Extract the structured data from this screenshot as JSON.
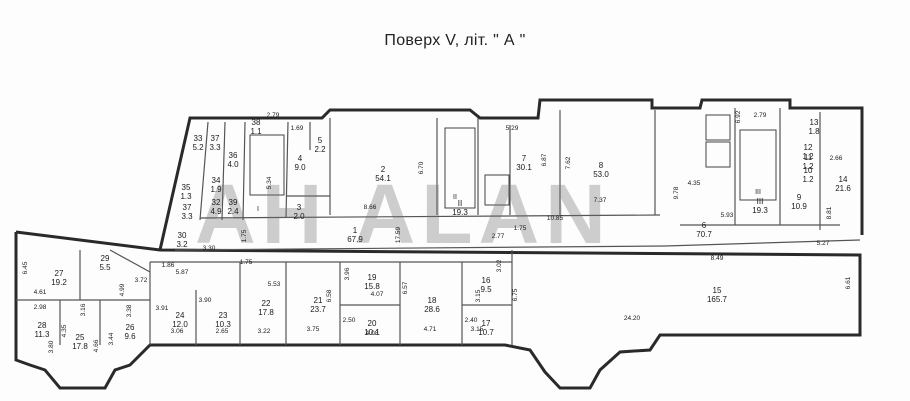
{
  "title": "Поверх V, літ. \" А \"",
  "watermark": "AH  ALAN",
  "colors": {
    "wall": "#2a2a2a",
    "thin": "#555555",
    "watermark": "#8a8a8a"
  },
  "rooms": [
    {
      "no": "33",
      "area": "5.2"
    },
    {
      "no": "37",
      "area": "3.3"
    },
    {
      "no": "36",
      "area": "4.0"
    },
    {
      "no": "38",
      "area": "1.1"
    },
    {
      "no": "34",
      "area": "1.9"
    },
    {
      "no": "35",
      "area": "1.3"
    },
    {
      "no": "37",
      "area": "3.3"
    },
    {
      "no": "32",
      "area": "4.9"
    },
    {
      "no": "39",
      "area": "2.4"
    },
    {
      "no": "4",
      "area": "9.0"
    },
    {
      "no": "5",
      "area": "2.2"
    },
    {
      "no": "3",
      "area": "2.0"
    },
    {
      "no": "2",
      "area": "54.1"
    },
    {
      "no": "II",
      "area": "19.3"
    },
    {
      "no": "7",
      "area": "30.1"
    },
    {
      "no": "8",
      "area": "53.0"
    },
    {
      "no": "1",
      "area": "67.9"
    },
    {
      "no": "6",
      "area": "70.7"
    },
    {
      "no": "13",
      "area": "1.8"
    },
    {
      "no": "12",
      "area": "1.2"
    },
    {
      "no": "11",
      "area": "1.2"
    },
    {
      "no": "10",
      "area": "1.2"
    },
    {
      "no": "14",
      "area": "21.6"
    },
    {
      "no": "III",
      "area": "19.3"
    },
    {
      "no": "9",
      "area": "10.9"
    },
    {
      "no": "30",
      "area": "3.2"
    },
    {
      "no": "27",
      "area": "19.2"
    },
    {
      "no": "29",
      "area": "5.5"
    },
    {
      "no": "28",
      "area": "11.3"
    },
    {
      "no": "25",
      "area": "17.8"
    },
    {
      "no": "26",
      "area": "9.6"
    },
    {
      "no": "24",
      "area": "12.0"
    },
    {
      "no": "23",
      "area": "10.3"
    },
    {
      "no": "22",
      "area": "17.8"
    },
    {
      "no": "21",
      "area": "23.7"
    },
    {
      "no": "19",
      "area": "15.8"
    },
    {
      "no": "20",
      "area": "10.1"
    },
    {
      "no": "18",
      "area": "28.6"
    },
    {
      "no": "16",
      "area": "9.5"
    },
    {
      "no": "17",
      "area": "10.7"
    },
    {
      "no": "15",
      "area": "165.7"
    }
  ],
  "dimensions": [
    "2.79",
    "1.69",
    "5.34",
    "6.70",
    "8.66",
    "5.29",
    "6.87",
    "7.62",
    "7.37",
    "6.92",
    "2.79",
    "2.66",
    "4.35",
    "9.78",
    "5.93",
    "10.85",
    "17.59",
    "1.75",
    "2.77",
    "1.75",
    "8.81",
    "5.27",
    "8.49",
    "3.30",
    "5.87",
    "4.61",
    "4.99",
    "3.72",
    "3.16",
    "3.38",
    "3.91",
    "3.90",
    "5.53",
    "6.58",
    "3.96",
    "6.57",
    "3.02",
    "4.07",
    "3.15",
    "6.75",
    "2.50",
    "2.40",
    "3.06",
    "2.65",
    "3.22",
    "3.75",
    "4.08",
    "4.71",
    "3.15",
    "24.20",
    "6.61",
    "6.45",
    "2.98",
    "4.35",
    "3.80",
    "4.66",
    "3.44",
    "1.86",
    "1.75"
  ],
  "stair_marks": [
    "I",
    "II",
    "III"
  ]
}
